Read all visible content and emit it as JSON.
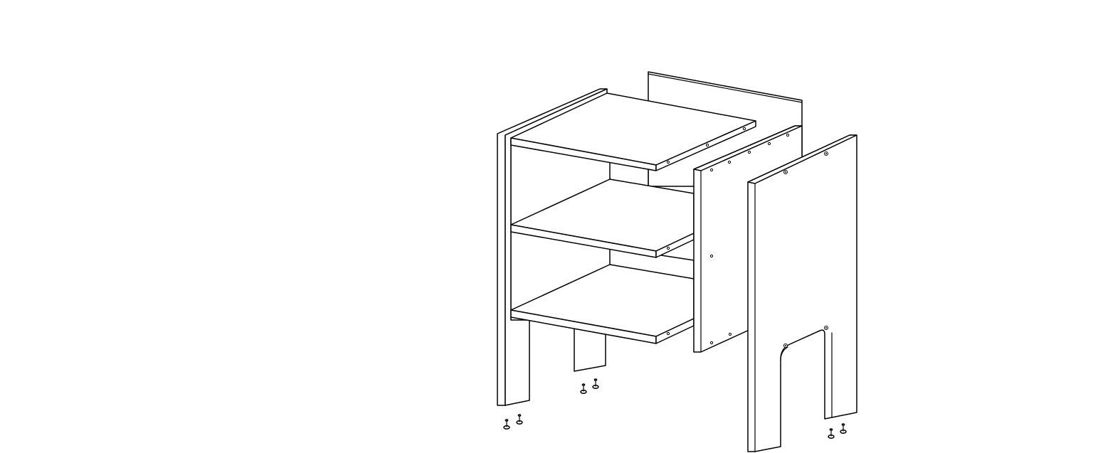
{
  "diagram": {
    "kind": "exploded furniture assembly line drawing",
    "parts": [
      "left-side-panel",
      "back-panel",
      "top-shelf",
      "middle-shelf",
      "bottom-shelf",
      "right-side-panel",
      "front-panel",
      "leveling-feet"
    ],
    "line_color": "#000000",
    "background_color": "#ffffff",
    "leveling_feet_count": 6
  }
}
